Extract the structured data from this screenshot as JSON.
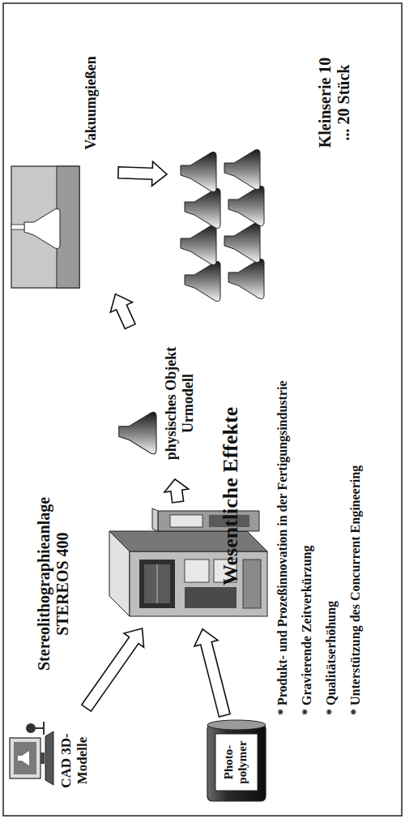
{
  "diagram": {
    "nodes": [
      {
        "text": [
          "CAD 3D-Modelle"
        ]
      },
      {
        "text": [
          "Photo- polymer"
        ]
      },
      {
        "text": [
          "Stereolithographieanlage STEREOS 400"
        ]
      },
      {
        "text": [
          "physisches Objekt Urmodell"
        ]
      },
      {
        "text": [
          "Vakuumgießen"
        ]
      },
      {
        "text": [
          "Kleinserie 10 ... 20 Stück"
        ]
      }
    ],
    "edges": [
      {
        "from": 0,
        "to": 2,
        "arrow": "to"
      },
      {
        "from": 1,
        "to": 2,
        "arrow": "to"
      },
      {
        "from": 2,
        "to": 3,
        "arrow": "to"
      },
      {
        "from": 3,
        "to": 4,
        "arrow": "to"
      },
      {
        "from": 4,
        "to": 5,
        "arrow": "to"
      }
    ],
    "labels": [
      "Wesentliche Effekte",
      "* Produkt- und Prozeßinnovation in der Fertigungsindustrie",
      "* Gravierende Zeitverkürzung",
      "* Qualitätserhöhung",
      "* Unterstützung des Concurrent Engineering"
    ]
  }
}
